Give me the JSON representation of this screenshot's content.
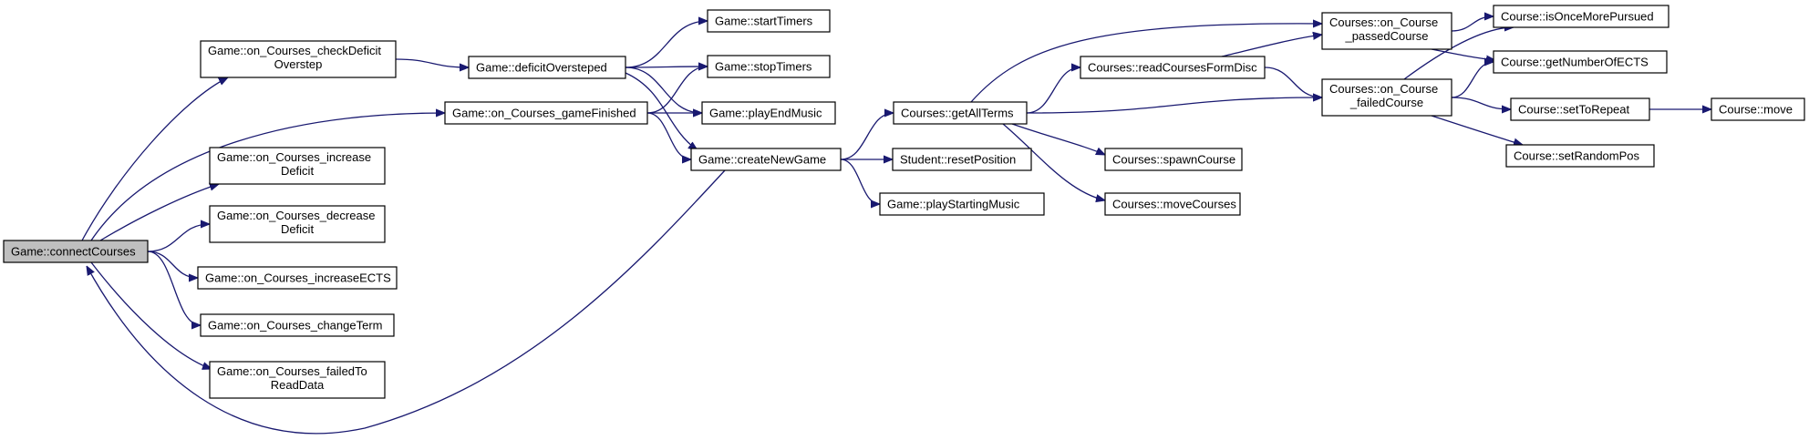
{
  "graph": {
    "edge_color": "#191970",
    "root_fill": "#bfbfbf",
    "nodes": [
      {
        "id": "connectCourses",
        "lines": [
          "Game::connectCourses"
        ],
        "root": true
      },
      {
        "id": "checkDeficit",
        "lines": [
          "Game::on_Courses_checkDeficit",
          "Overstep"
        ]
      },
      {
        "id": "gameFinished",
        "lines": [
          "Game::on_Courses_gameFinished"
        ]
      },
      {
        "id": "increaseDeficit",
        "lines": [
          "Game::on_Courses_increase",
          "Deficit"
        ]
      },
      {
        "id": "decreaseDeficit",
        "lines": [
          "Game::on_Courses_decrease",
          "Deficit"
        ]
      },
      {
        "id": "increaseECTS",
        "lines": [
          "Game::on_Courses_increaseECTS"
        ]
      },
      {
        "id": "changeTerm",
        "lines": [
          "Game::on_Courses_changeTerm"
        ]
      },
      {
        "id": "failedToRead",
        "lines": [
          "Game::on_Courses_failedTo",
          "ReadData"
        ]
      },
      {
        "id": "deficitOversteped",
        "lines": [
          "Game::deficitOversteped"
        ]
      },
      {
        "id": "startTimers",
        "lines": [
          "Game::startTimers"
        ]
      },
      {
        "id": "stopTimers",
        "lines": [
          "Game::stopTimers"
        ]
      },
      {
        "id": "playEndMusic",
        "lines": [
          "Game::playEndMusic"
        ]
      },
      {
        "id": "createNewGame",
        "lines": [
          "Game::createNewGame"
        ]
      },
      {
        "id": "getAllTerms",
        "lines": [
          "Courses::getAllTerms"
        ]
      },
      {
        "id": "resetPosition",
        "lines": [
          "Student::resetPosition"
        ]
      },
      {
        "id": "playStartingMusic",
        "lines": [
          "Game::playStartingMusic"
        ]
      },
      {
        "id": "readCourses",
        "lines": [
          "Courses::readCoursesFormDisc"
        ]
      },
      {
        "id": "spawnCourse",
        "lines": [
          "Courses::spawnCourse"
        ]
      },
      {
        "id": "moveCourses",
        "lines": [
          "Courses::moveCourses"
        ]
      },
      {
        "id": "passedCourse",
        "lines": [
          "Courses::on_Course",
          "_passedCourse"
        ]
      },
      {
        "id": "failedCourse",
        "lines": [
          "Courses::on_Course",
          "_failedCourse"
        ]
      },
      {
        "id": "isOnceMore",
        "lines": [
          "Course::isOnceMorePursued"
        ]
      },
      {
        "id": "getNumberECTS",
        "lines": [
          "Course::getNumberOfECTS"
        ]
      },
      {
        "id": "setToRepeat",
        "lines": [
          "Course::setToRepeat"
        ]
      },
      {
        "id": "setRandomPos",
        "lines": [
          "Course::setRandomPos"
        ]
      },
      {
        "id": "move",
        "lines": [
          "Course::move"
        ]
      }
    ],
    "edges": [
      [
        "connectCourses",
        "checkDeficit"
      ],
      [
        "connectCourses",
        "gameFinished"
      ],
      [
        "connectCourses",
        "increaseDeficit"
      ],
      [
        "connectCourses",
        "decreaseDeficit"
      ],
      [
        "connectCourses",
        "increaseECTS"
      ],
      [
        "connectCourses",
        "changeTerm"
      ],
      [
        "connectCourses",
        "failedToRead"
      ],
      [
        "checkDeficit",
        "deficitOversteped"
      ],
      [
        "deficitOversteped",
        "startTimers"
      ],
      [
        "deficitOversteped",
        "stopTimers"
      ],
      [
        "deficitOversteped",
        "playEndMusic"
      ],
      [
        "deficitOversteped",
        "createNewGame"
      ],
      [
        "gameFinished",
        "stopTimers"
      ],
      [
        "gameFinished",
        "playEndMusic"
      ],
      [
        "gameFinished",
        "createNewGame"
      ],
      [
        "createNewGame",
        "connectCourses"
      ],
      [
        "createNewGame",
        "getAllTerms"
      ],
      [
        "createNewGame",
        "resetPosition"
      ],
      [
        "createNewGame",
        "playStartingMusic"
      ],
      [
        "getAllTerms",
        "passedCourse"
      ],
      [
        "getAllTerms",
        "readCourses"
      ],
      [
        "getAllTerms",
        "failedCourse"
      ],
      [
        "getAllTerms",
        "spawnCourse"
      ],
      [
        "getAllTerms",
        "moveCourses"
      ],
      [
        "readCourses",
        "passedCourse"
      ],
      [
        "readCourses",
        "failedCourse"
      ],
      [
        "passedCourse",
        "isOnceMore"
      ],
      [
        "passedCourse",
        "getNumberECTS"
      ],
      [
        "failedCourse",
        "isOnceMore"
      ],
      [
        "failedCourse",
        "getNumberECTS"
      ],
      [
        "failedCourse",
        "setToRepeat"
      ],
      [
        "failedCourse",
        "setRandomPos"
      ],
      [
        "setToRepeat",
        "move"
      ]
    ]
  }
}
